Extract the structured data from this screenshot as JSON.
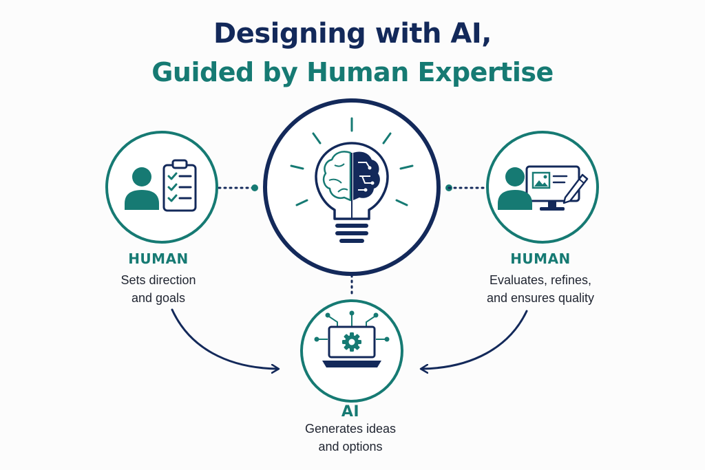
{
  "title": {
    "line1": "Designing with AI,",
    "line2": "Guided by Human Expertise"
  },
  "nodes": {
    "left": {
      "label": "HUMAN",
      "desc_line1": "Sets direction",
      "desc_line2": "and goals",
      "icons": [
        "person-icon",
        "clipboard-checklist-icon"
      ]
    },
    "center": {
      "icons": [
        "lightbulb-brain-icon"
      ]
    },
    "right": {
      "label": "HUMAN",
      "desc_line1": "Evaluates, refines,",
      "desc_line2": "and ensures quality",
      "icons": [
        "person-icon",
        "monitor-edit-icon"
      ]
    },
    "ai": {
      "label": "AI",
      "desc_line1": "Generates ideas",
      "desc_line2": "and options",
      "icons": [
        "laptop-gear-circuit-icon"
      ]
    }
  },
  "colors": {
    "navy": "#13295a",
    "teal": "#167a73",
    "background": "#fcfcfc",
    "text": "#1f2430"
  }
}
